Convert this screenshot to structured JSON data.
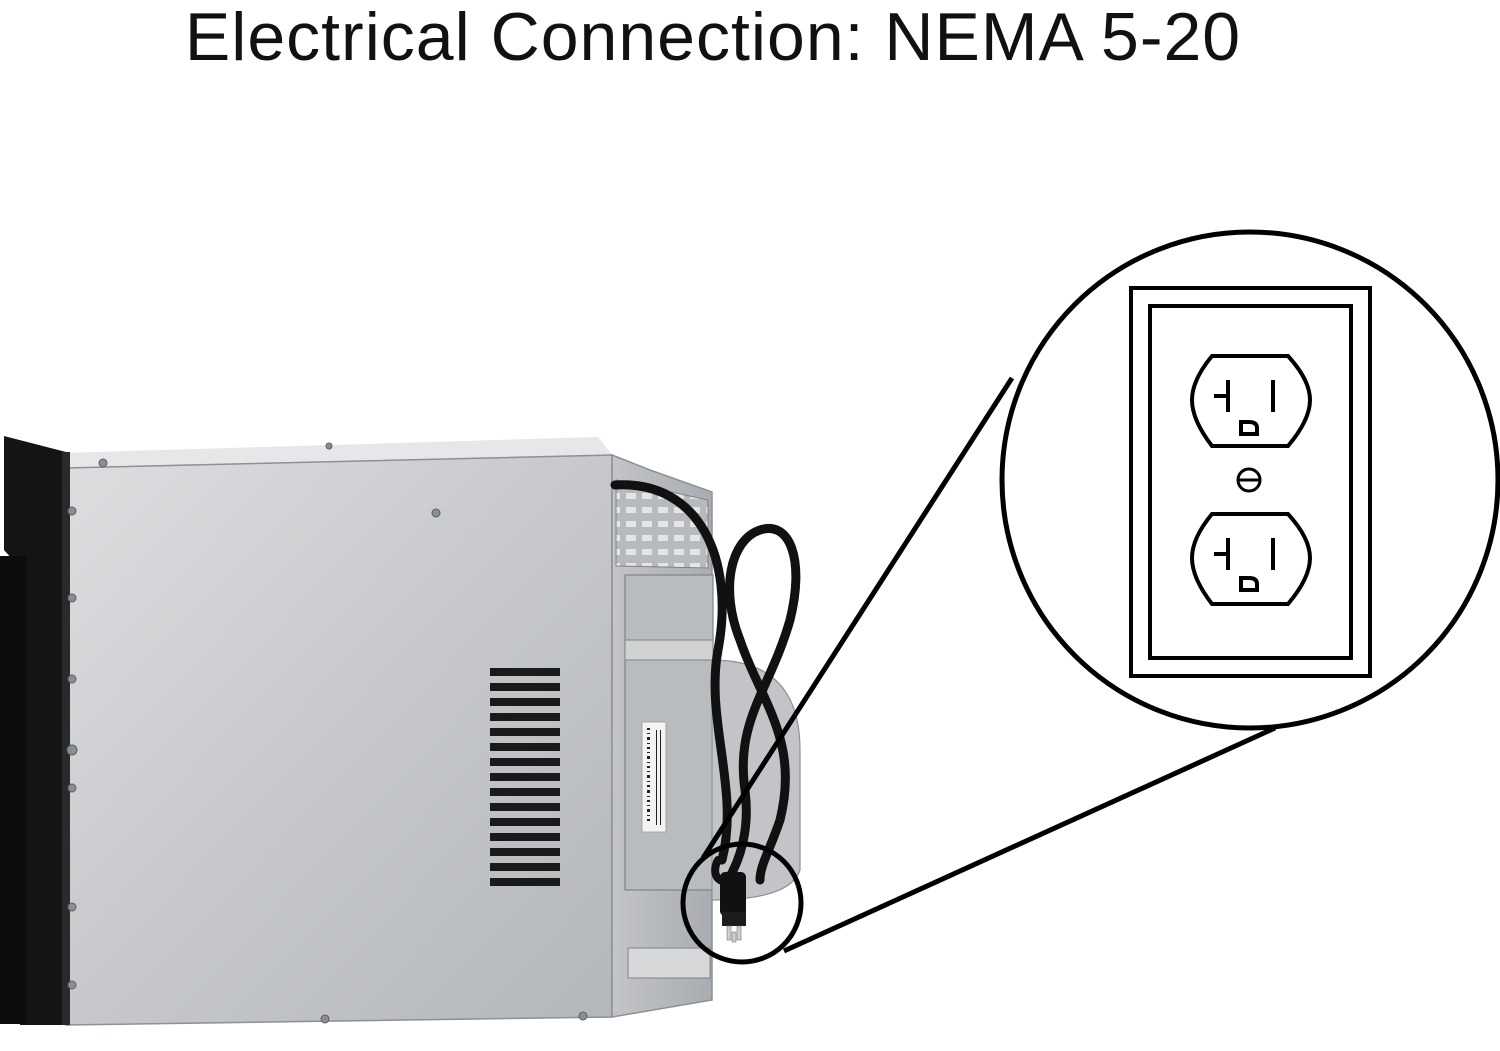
{
  "heading": {
    "title": "Electrical Connection: NEMA 5-20"
  },
  "icons": {
    "appliance": "wall-oven-side-view",
    "cord": "power-cord",
    "plug": "three-prong-plug",
    "outlet": "nema-5-20-duplex-outlet",
    "zoom": "magnifier-callout"
  },
  "colors": {
    "background": "#ffffff",
    "ink": "#111111",
    "steel": "#c9cbce",
    "steel_dark": "#a7aaae",
    "front_panel": "#141414"
  }
}
